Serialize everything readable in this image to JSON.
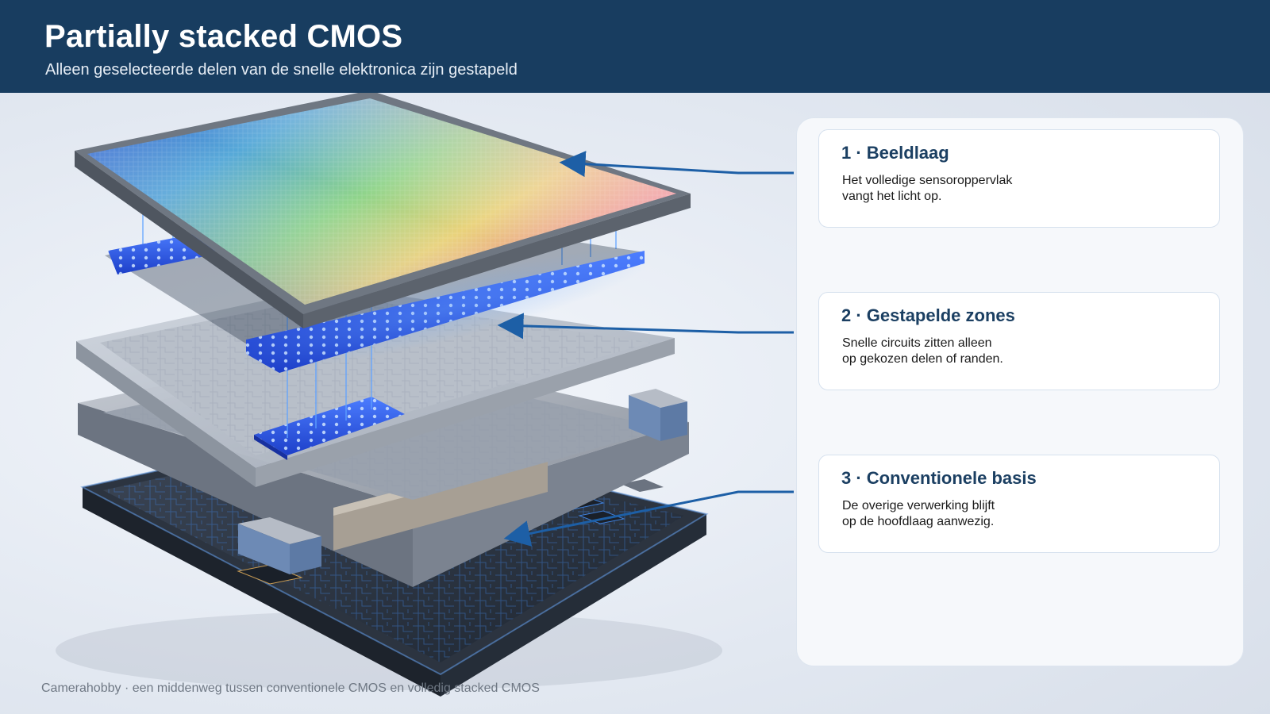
{
  "header": {
    "title": "Partially stacked CMOS",
    "subtitle": "Alleen geselecteerde delen van de snelle elektronica zijn gestapeld"
  },
  "cards": [
    {
      "title": "1 · Beeldlaag",
      "line1": "Het volledige sensoroppervlak",
      "line2": "vangt het licht op."
    },
    {
      "title": "2 · Gestapelde zones",
      "line1": "Snelle circuits zitten alleen",
      "line2": "op gekozen delen of randen."
    },
    {
      "title": "3 · Conventionele basis",
      "line1": "De overige verwerking blijft",
      "line2": "op de hoofdlaag aanwezig."
    }
  ],
  "footer": "Camerahobby · een middenweg tussen conventionele CMOS en volledig stacked CMOS",
  "colors": {
    "header_bg": "#183d60",
    "accent_arrow": "#1d5fa6",
    "glow_blue": "#2f6bff"
  }
}
